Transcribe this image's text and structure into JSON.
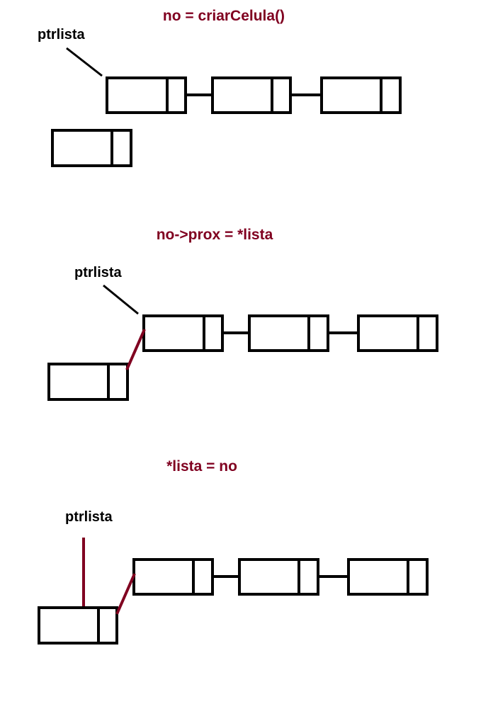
{
  "colors": {
    "title": "#800020",
    "label": "#000000",
    "box": "#000000",
    "new_link": "#800020"
  },
  "steps": [
    {
      "title": "no = criarCelula()",
      "pointer_label": "ptrlista"
    },
    {
      "title": "no->prox = *lista",
      "pointer_label": "ptrlista"
    },
    {
      "title": "*lista = no",
      "pointer_label": "ptrlista"
    }
  ]
}
